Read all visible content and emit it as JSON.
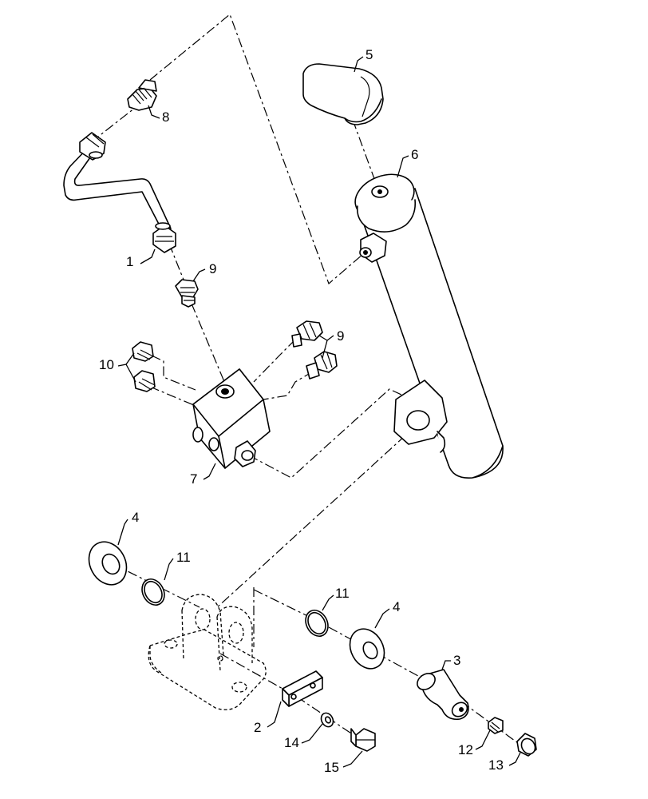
{
  "callouts": {
    "c1": "1",
    "c2": "2",
    "c3": "3",
    "c4a": "4",
    "c4b": "4",
    "c5": "5",
    "c6": "6",
    "c7": "7",
    "c8": "8",
    "c9a": "9",
    "c9b": "9",
    "c10": "10",
    "c11a": "11",
    "c11b": "11",
    "c12": "12",
    "c13": "13",
    "c14": "14",
    "c15": "15"
  }
}
